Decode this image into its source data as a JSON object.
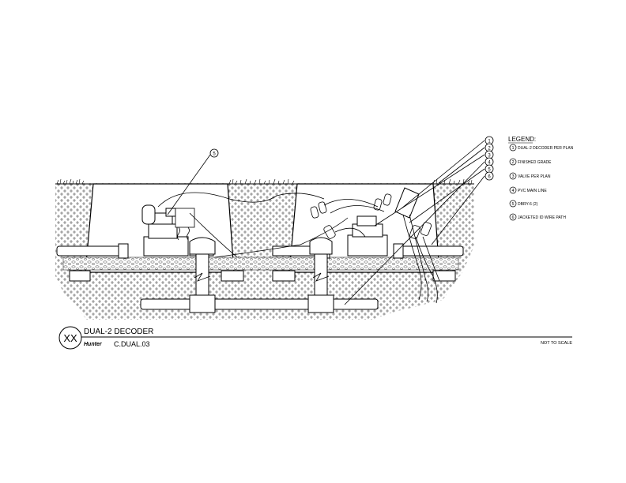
{
  "detail": {
    "number": "XX",
    "title": "DUAL-2 DECODER",
    "brand": "Hunter",
    "code": "C.DUAL.03",
    "scale_note": "NOT TO SCALE"
  },
  "legend": {
    "heading": "LEGEND:",
    "items": [
      {
        "num": "1",
        "text": "DUAL-2 DECODER PER PLAN"
      },
      {
        "num": "2",
        "text": "FINISHED GRADE"
      },
      {
        "num": "3",
        "text": "VALVE PER PLAN"
      },
      {
        "num": "4",
        "text": "PVC MAIN LINE"
      },
      {
        "num": "5",
        "text": "DBRY-6 (2)"
      },
      {
        "num": "6",
        "text": "JACKETED ID WIRE PATH"
      }
    ]
  },
  "callouts": [
    "1",
    "2",
    "3",
    "4",
    "5",
    "6"
  ],
  "left_callout": "5"
}
